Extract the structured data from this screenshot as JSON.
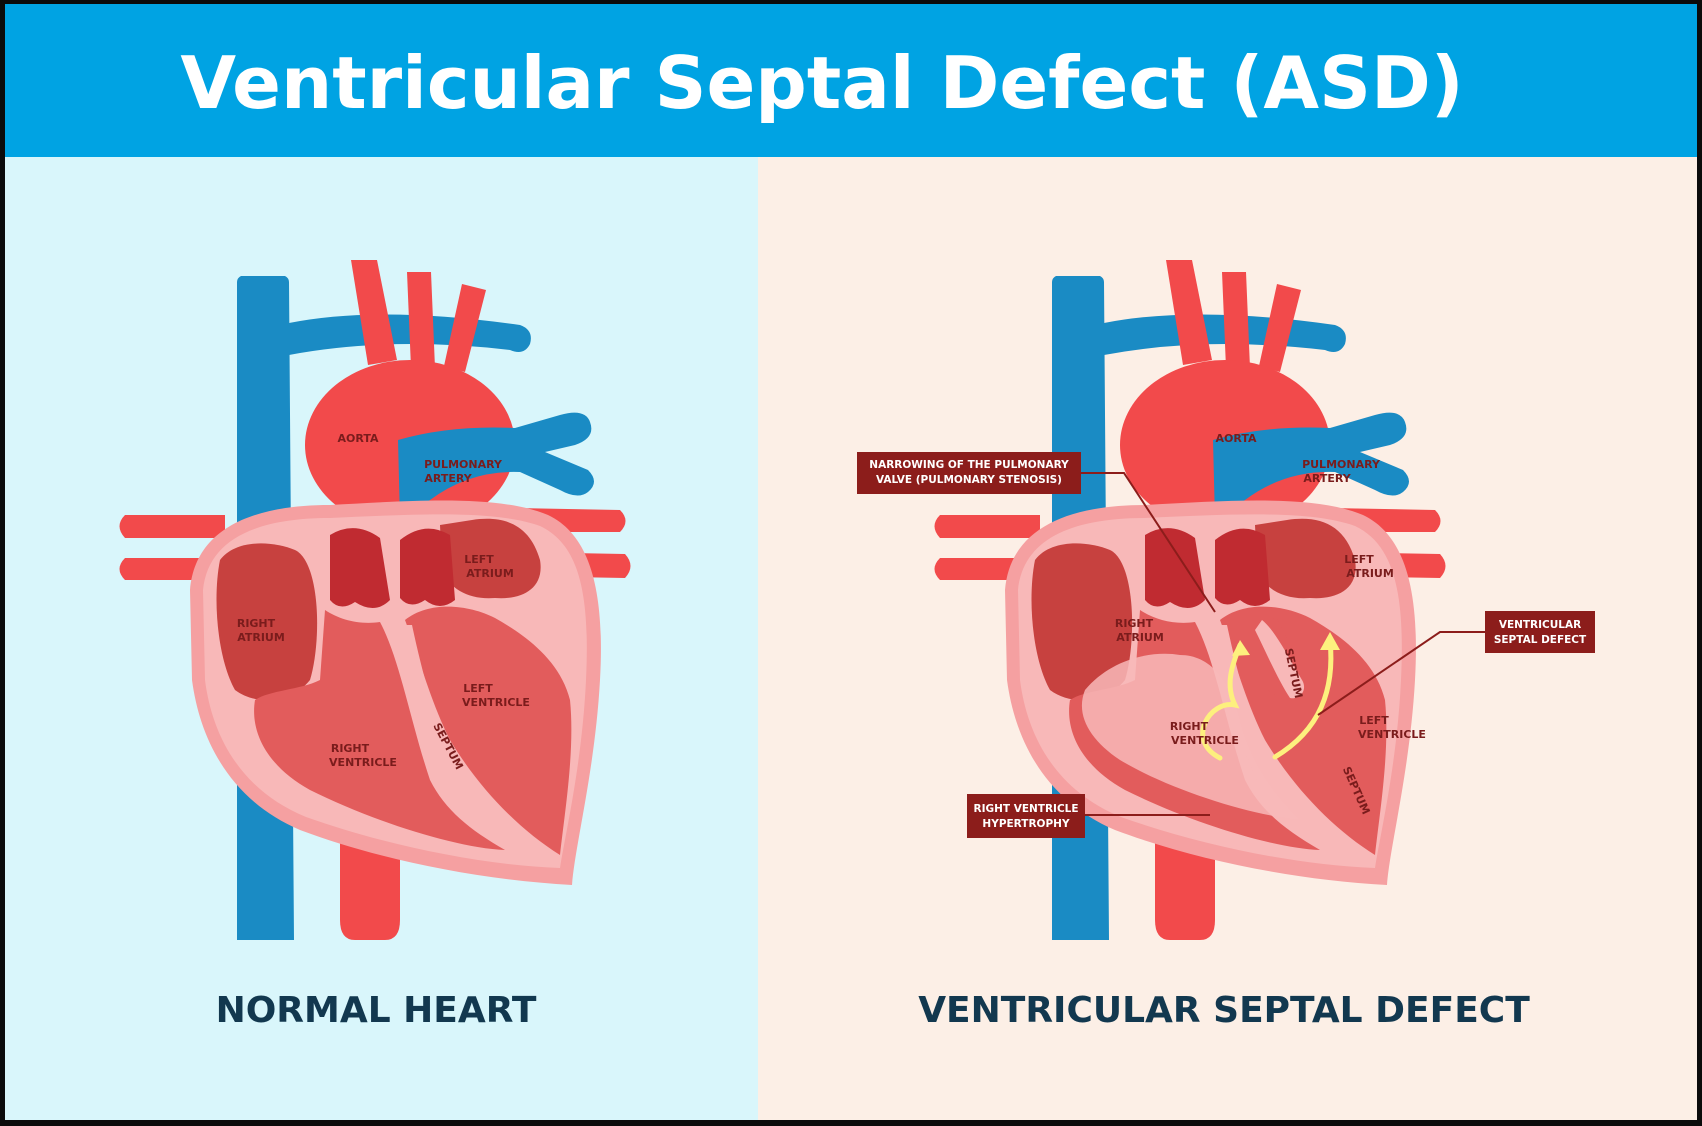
{
  "title": "Ventricular Septal Defect (ASD)",
  "colors": {
    "header_blue": "#00a3e3",
    "normal_bg": "#d9f6fb",
    "defect_bg": "#fcefe6",
    "vein_blue": "#1a8bc4",
    "artery_red": "#f24a4b",
    "heart_outer": "#f8b8b8",
    "heart_inner": "#e25c5c",
    "atrium_dark": "#c7413f",
    "callout_fill": "#8c1d1b",
    "caption_text": "#12384f",
    "flow_arrow": "#fdf07e"
  },
  "normal_heart": {
    "caption": "NORMAL HEART",
    "labels": {
      "aorta": "AORTA",
      "pulmonary_artery": [
        "PULMONARY",
        "ARTERY"
      ],
      "left_atrium": [
        "LEFT",
        "ATRIUM"
      ],
      "right_atrium": [
        "RIGHT",
        "ATRIUM"
      ],
      "left_ventricle": [
        "LEFT",
        "VENTRICLE"
      ],
      "right_ventricle": [
        "RIGHT",
        "VENTRICLE"
      ],
      "septum": "SEPTUM"
    }
  },
  "defect_heart": {
    "caption": "VENTRICULAR SEPTAL DEFECT",
    "labels": {
      "aorta": "AORTA",
      "pulmonary_artery": [
        "PULMONARY",
        "ARTERY"
      ],
      "left_atrium": [
        "LEFT",
        "ATRIUM"
      ],
      "right_atrium": [
        "RIGHT",
        "ATRIUM"
      ],
      "left_ventricle": [
        "LEFT",
        "VENTRICLE"
      ],
      "right_ventricle": [
        "RIGHT",
        "VENTRICLE"
      ],
      "septum_upper": "SEPTUM",
      "septum_lower": "SEPTUM"
    },
    "callouts": {
      "pulmonary_stenosis": [
        "NARROWING OF THE PULMONARY",
        "VALVE (PULMONARY STENOSIS)"
      ],
      "vsd": [
        "VENTRICULAR",
        "SEPTAL DEFECT"
      ],
      "rv_hypertrophy": [
        "RIGHT VENTRICLE",
        "HYPERTROPHY"
      ]
    }
  }
}
